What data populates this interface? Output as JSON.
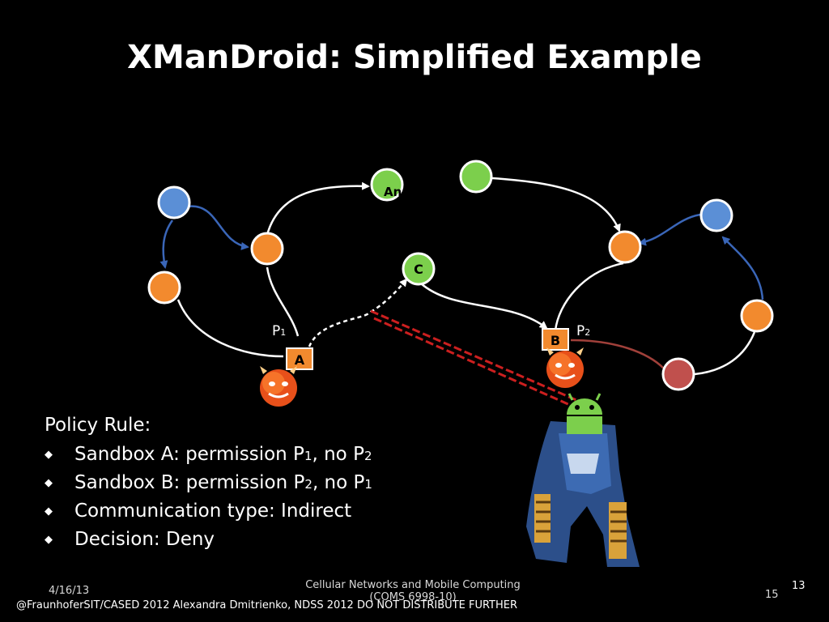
{
  "slide": {
    "title": "XManDroid: Simplified Example",
    "labels": {
      "A": "A",
      "B": "B",
      "C": "C",
      "An": "An",
      "P1_p": "P",
      "P1_n": "1",
      "P2_p": "P",
      "P2_n": "2"
    },
    "policy": {
      "heading": "Policy Rule:",
      "rules": [
        {
          "pre": "Sandbox A: permission P",
          "sub1": "1",
          "mid": ", no P",
          "sub2": "2"
        },
        {
          "pre": "Sandbox B: permission P",
          "sub1": "2",
          "mid": ", no P",
          "sub2": "1"
        },
        {
          "text": "Communication type:  Indirect"
        },
        {
          "text": "Decision: Deny"
        }
      ]
    },
    "footer": {
      "date": "4/16/13",
      "course": "Cellular Networks and Mobile Computing",
      "course_code": "(COMS 6998-10)",
      "page": "15",
      "slide_number": "13",
      "credit": "@FraunhoferSIT/CASED 2012 Alexandra Dmitrienko, NDSS 2012 DO NOT DISTRIBUTE FURTHER"
    },
    "colors": {
      "blue": "#5b8fd6",
      "orange": "#f28a2e",
      "green": "#7ccf4c",
      "red": "#c0504d",
      "deny": "#cc1f1f",
      "background": "#000000"
    }
  }
}
